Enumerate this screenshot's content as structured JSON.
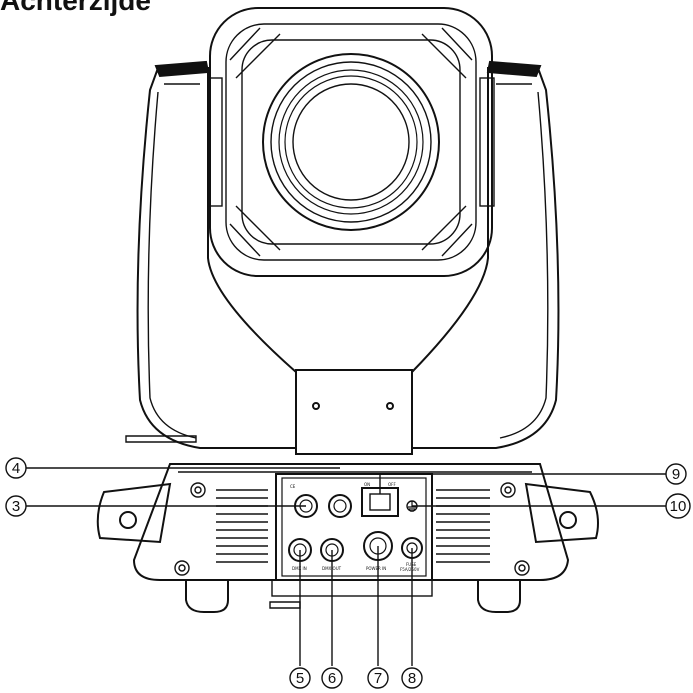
{
  "page": {
    "title": "Achterzijde"
  },
  "callouts": {
    "c3": "3",
    "c4": "4",
    "c5": "5",
    "c6": "6",
    "c7": "7",
    "c8": "8",
    "c9": "9",
    "c10": "10"
  },
  "panel_labels": {
    "on": "ON",
    "off": "OFF",
    "dmx_in": "DMX IN",
    "dmx_out": "DMX OUT",
    "power_in": "POWER IN",
    "fuse": "FUSE",
    "fuse_rating": "F5A/250V"
  },
  "colors": {
    "line": "#111111",
    "background": "#ffffff"
  }
}
